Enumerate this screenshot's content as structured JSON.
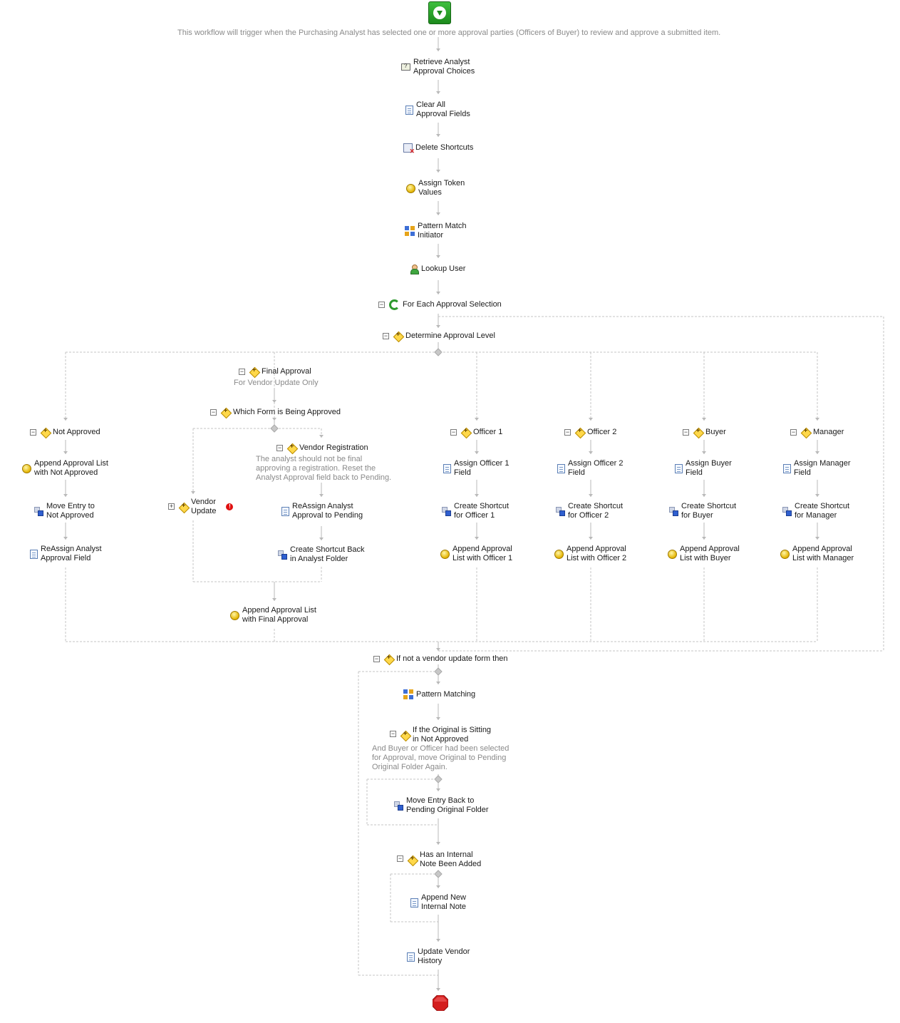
{
  "start": {
    "description": "This workflow will trigger when the Purchasing Analyst has selected one or more approval parties (Officers of Buyer) to review and approve a submitted item."
  },
  "main_steps": [
    {
      "label": "Retrieve Analyst\nApproval Choices",
      "icon": "retrieve-icon"
    },
    {
      "label": "Clear All\nApproval Fields",
      "icon": "document-icon"
    },
    {
      "label": "Delete Shortcuts",
      "icon": "delete-shortcut-icon"
    },
    {
      "label": "Assign Token\nValues",
      "icon": "token-icon"
    },
    {
      "label": "Pattern Match\nInitiator",
      "icon": "pattern-icon"
    },
    {
      "label": "Lookup User",
      "icon": "user-icon"
    }
  ],
  "loop": {
    "label": "For Each Approval Selection",
    "icon": "loop-icon"
  },
  "decision": {
    "label": "Determine Approval Level"
  },
  "branches": {
    "not_approved": {
      "label": "Not Approved",
      "steps": [
        "Append Approval List\nwith Not Approved",
        "Move Entry to\nNot Approved",
        "ReAssign Analyst\nApproval Field"
      ]
    },
    "final_approval": {
      "label": "Final Approval",
      "description": "For Vendor Update Only",
      "sub_decision": "Which Form is Being Approved",
      "vendor_update": {
        "label": "Vendor\nUpdate"
      },
      "vendor_registration": {
        "label": "Vendor Registration",
        "description": "The analyst should not be final\napproving a registration.  Reset the\nAnalyst Approval field back to Pending.",
        "steps": [
          "ReAssign Analyst\nApproval to Pending",
          "Create Shortcut Back\nin Analyst Folder"
        ]
      },
      "final_step": "Append Approval List\nwith Final Approval"
    },
    "officer1": {
      "label": "Officer 1",
      "steps": [
        "Assign Officer 1\nField",
        "Create Shortcut\nfor Officer 1",
        "Append Approval\nList with Officer 1"
      ]
    },
    "officer2": {
      "label": "Officer 2",
      "steps": [
        "Assign Officer 2\nField",
        "Create Shortcut\nfor Officer 2",
        "Append Approval\nList with Officer 2"
      ]
    },
    "buyer": {
      "label": "Buyer",
      "steps": [
        "Assign Buyer\nField",
        "Create Shortcut\nfor Buyer",
        "Append Approval\nList with Buyer"
      ]
    },
    "manager": {
      "label": "Manager",
      "steps": [
        "Assign Manager\nField",
        "Create Shortcut\nfor Manager",
        "Append Approval\nList with Manager"
      ]
    }
  },
  "after_loop": {
    "condition": "If not a vendor update form then",
    "pattern": "Pattern Matching",
    "if_original": {
      "label": "If the Original is Sitting\nin Not Approved",
      "description": "And Buyer or Officer had been selected\nfor Approval, move Original to Pending\nOriginal Folder Again.",
      "step": "Move Entry Back to\nPending Original Folder"
    },
    "internal_note": {
      "label": "Has an Internal\nNote Been Added",
      "step": "Append New\nInternal Note"
    },
    "final": "Update Vendor\nHistory"
  },
  "colors": {
    "connector": "#b9b9b9",
    "dashed": "#c4c4c4",
    "description": "#8a8a8a",
    "start": "#2aa52a",
    "stop": "#d41e1e"
  }
}
